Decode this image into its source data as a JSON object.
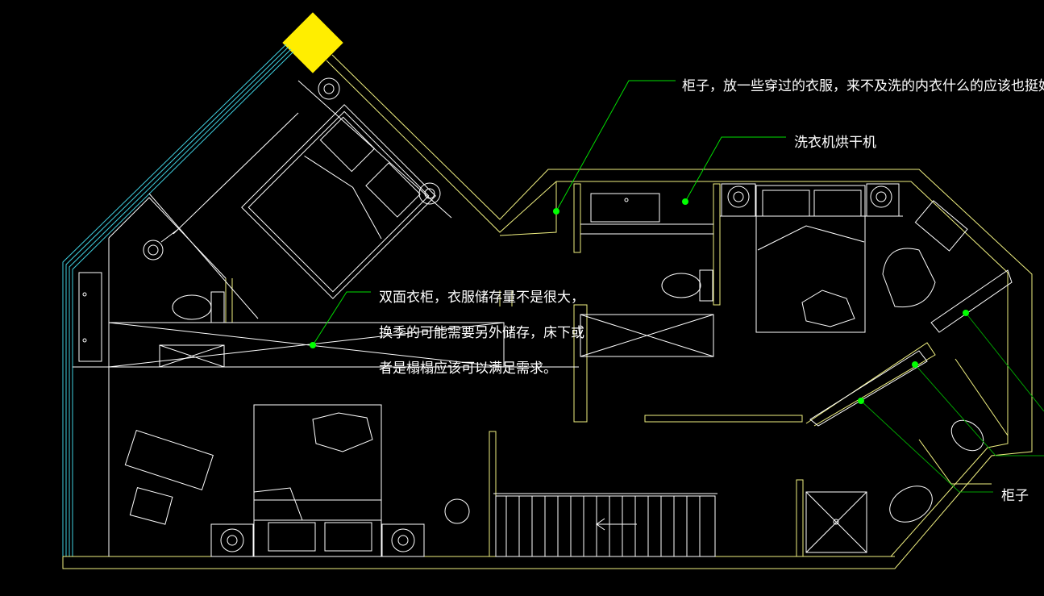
{
  "annotations": {
    "cabinet_top": "柜子，放一些穿过的衣服，来不及洗的内衣什么的应该也挺好",
    "washer_dryer": "洗衣机烘干机",
    "wardrobe_line1": "双面衣柜，衣服储存量不是很大，",
    "wardrobe_line2": "换季的可能需要另外储存，床下或",
    "wardrobe_line3": "者是榻榻应该可以满足需求。",
    "cabinet_right": "柜子"
  },
  "colors": {
    "background": "#000000",
    "wall": "#f0f080",
    "furniture": "#ffffff",
    "leader": "#00e000",
    "window": "#40d0e0",
    "marker": "#ffee00"
  }
}
